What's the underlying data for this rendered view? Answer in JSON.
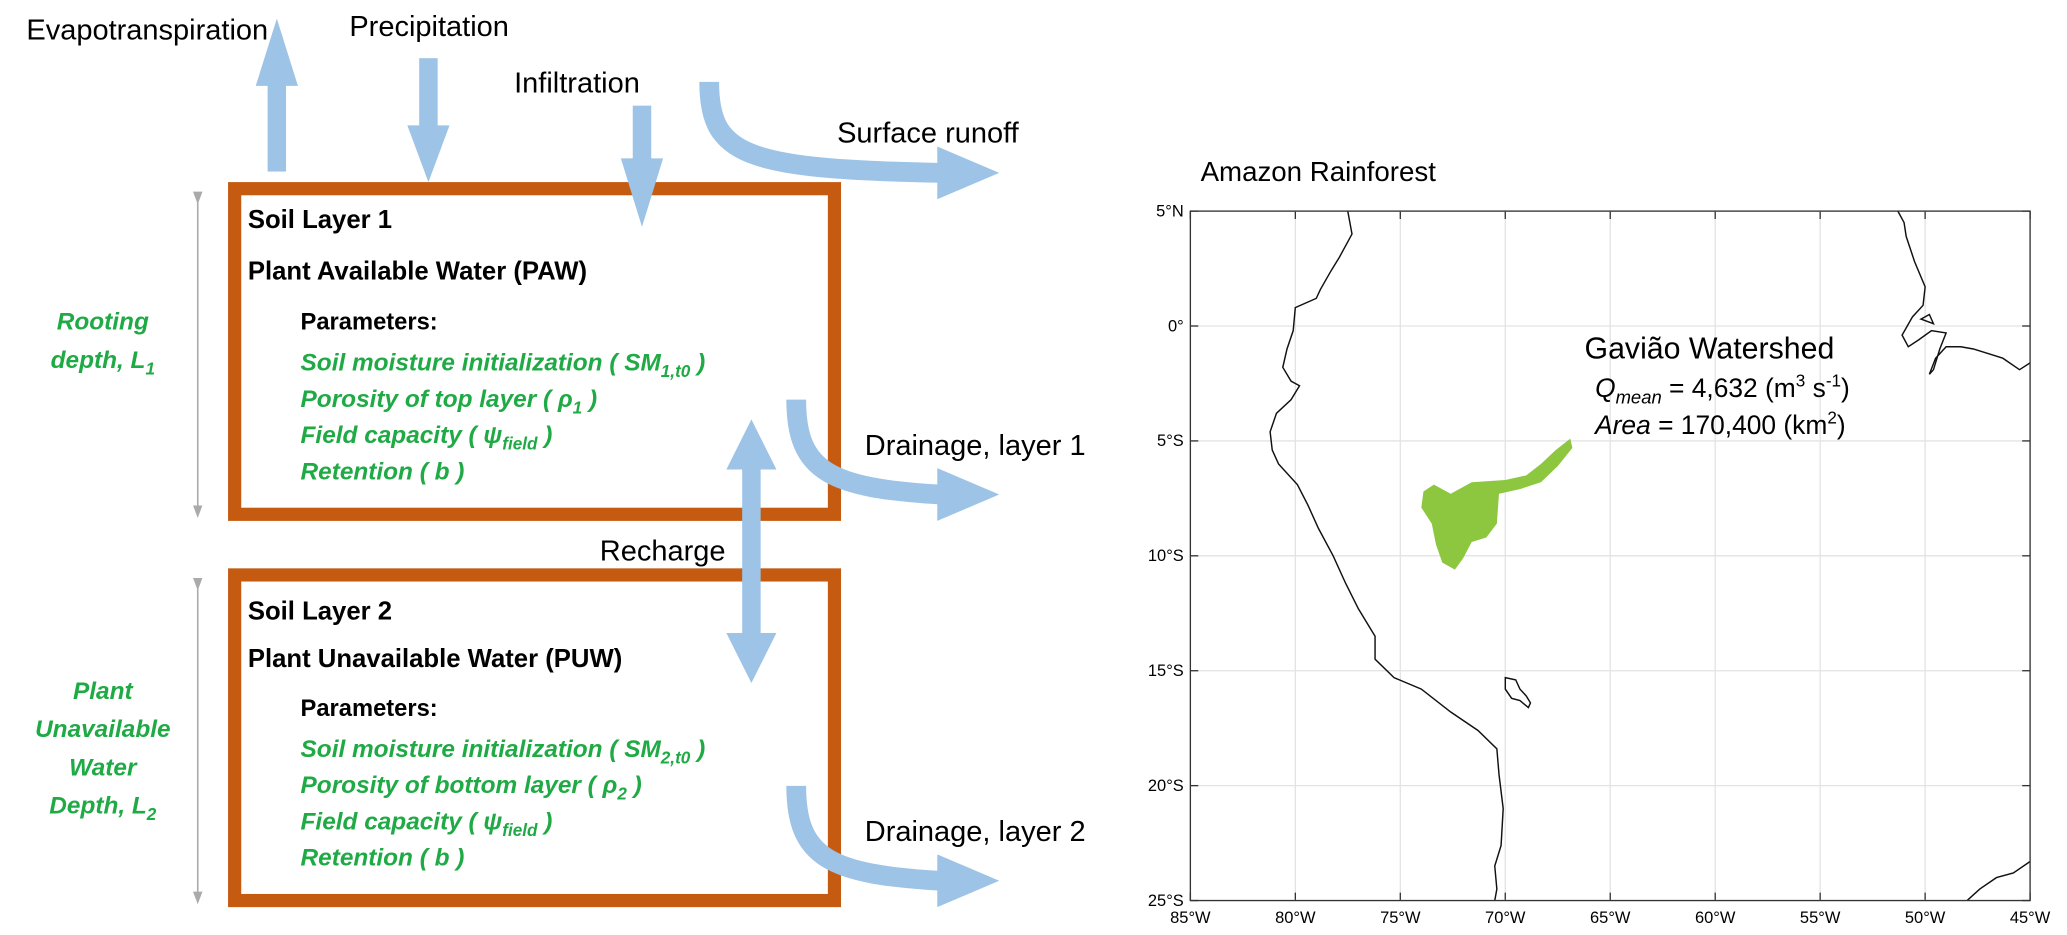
{
  "fluxes": {
    "evapotranspiration": "Evapotranspiration",
    "precipitation": "Precipitation",
    "infiltration": "Infiltration",
    "surface_runoff": "Surface runoff",
    "drainage_layer1": "Drainage, layer 1",
    "recharge": "Recharge",
    "drainage_layer2": "Drainage, layer 2"
  },
  "layer1": {
    "title": "Soil Layer 1",
    "subtitle": "Plant Available Water (PAW)",
    "params_label": "Parameters:",
    "params": [
      {
        "text": "Soil moisture initialization ( SM",
        "sub": "1,t0",
        "end": " )"
      },
      {
        "text": "Porosity of top layer ( ρ",
        "sub": "1",
        "end": " )"
      },
      {
        "text": "Field capacity ( ψ",
        "sub": "field",
        "end": " )"
      },
      {
        "text": "Retention ( b )",
        "sub": "",
        "end": ""
      }
    ],
    "depth_label": [
      "Rooting",
      "depth, L"
    ],
    "depth_sub": "1"
  },
  "layer2": {
    "title": "Soil Layer 2",
    "subtitle": "Plant Unavailable Water (PUW)",
    "params_label": "Parameters:",
    "params": [
      {
        "text": "Soil moisture initialization ( SM",
        "sub": "2,t0",
        "end": " )"
      },
      {
        "text": "Porosity of bottom layer ( ρ",
        "sub": "2",
        "end": " )"
      },
      {
        "text": "Field capacity ( ψ",
        "sub": "field",
        "end": " )"
      },
      {
        "text": "Retention ( b )",
        "sub": "",
        "end": ""
      }
    ],
    "depth_label": [
      "Plant",
      "Unavailable",
      "Water",
      "Depth, L"
    ],
    "depth_sub": "2"
  },
  "map": {
    "title": "Amazon Rainforest",
    "lon_range": [
      -85,
      -45
    ],
    "lat_range": [
      -25,
      5
    ],
    "lon_ticks": [
      "85°W",
      "80°W",
      "75°W",
      "70°W",
      "65°W",
      "60°W",
      "55°W",
      "50°W",
      "45°W"
    ],
    "lat_ticks": [
      "5°N",
      "0°",
      "5°S",
      "10°S",
      "15°S",
      "20°S",
      "25°S"
    ],
    "watershed_color": "#8DC63F",
    "watershed": {
      "name": "Gavião Watershed",
      "q_label": "Q",
      "q_sub": "mean",
      "q_value": " = 4,632 (m",
      "q_sup1": "3",
      "q_mid": " s",
      "q_sup2": "-1",
      "q_end": ")",
      "area_label": "Area",
      "area_value": " = 170,400 (km",
      "area_sup": "2",
      "area_end": ")"
    }
  }
}
